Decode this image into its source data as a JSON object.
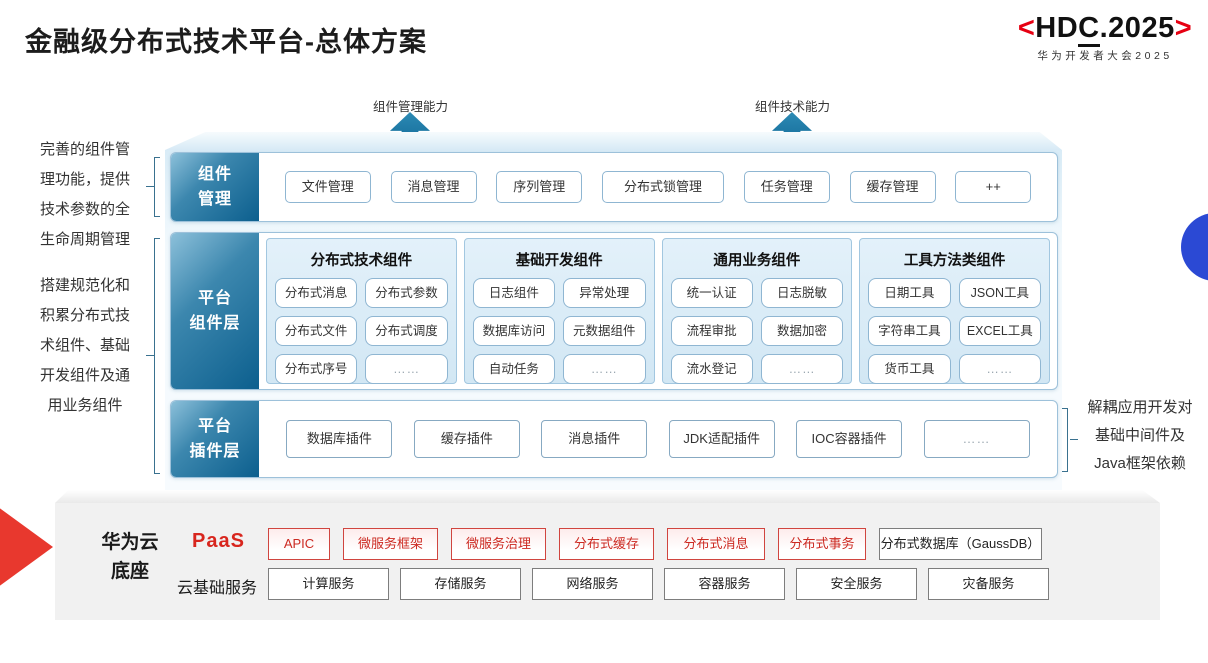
{
  "title": "金融级分布式技术平台-总体方案",
  "logo": {
    "angle_left": "<",
    "pre": "HD",
    "c": "C",
    "post": ".2025",
    "angle_right": ">",
    "subtitle": "华为开发者大会2025"
  },
  "capabilities": {
    "management": "组件管理能力",
    "technical": "组件技术能力"
  },
  "annotations": {
    "left_top": {
      "l0": "完善的组件管",
      "l1": "理功能，提供",
      "l2": "技术参数的全",
      "l3": "生命周期管理"
    },
    "left_mid": {
      "l0": "搭建规范化和",
      "l1": "积累分布式技",
      "l2": "术组件、基础",
      "l3": "开发组件及通",
      "l4": "用业务组件"
    },
    "right": {
      "l0": "解耦应用开发对",
      "l1": "基础中间件及",
      "l2": "Java框架依赖"
    }
  },
  "rows": {
    "component_mgmt": {
      "label_l0": "组件",
      "label_l1": "管理",
      "items": [
        "文件管理",
        "消息管理",
        "序列管理",
        "分布式锁管理",
        "任务管理",
        "缓存管理",
        "++"
      ]
    },
    "platform_components": {
      "label_l0": "平台",
      "label_l1": "组件层",
      "groups": [
        {
          "title": "分布式技术组件",
          "items": [
            "分布式消息",
            "分布式参数",
            "分布式文件",
            "分布式调度",
            "分布式序号",
            "……"
          ]
        },
        {
          "title": "基础开发组件",
          "items": [
            "日志组件",
            "异常处理",
            "数据库访问",
            "元数据组件",
            "自动任务",
            "……"
          ]
        },
        {
          "title": "通用业务组件",
          "items": [
            "统一认证",
            "日志脱敏",
            "流程审批",
            "数据加密",
            "流水登记",
            "……"
          ]
        },
        {
          "title": "工具方法类组件",
          "items": [
            "日期工具",
            "JSON工具",
            "字符串工具",
            "EXCEL工具",
            "货币工具",
            "……"
          ]
        }
      ]
    },
    "platform_plugins": {
      "label_l0": "平台",
      "label_l1": "插件层",
      "items": [
        "数据库插件",
        "缓存插件",
        "消息插件",
        "JDK适配插件",
        "IOC容器插件",
        "……"
      ]
    }
  },
  "foundation": {
    "label_l0": "华为云",
    "label_l1": "底座",
    "paas_label": "PaaS",
    "paas_items": [
      "APIC",
      "微服务框架",
      "微服务治理",
      "分布式缓存",
      "分布式消息",
      "分布式事务"
    ],
    "paas_item_db": "分布式数据库（GaussDB）",
    "cloud_label": "云基础服务",
    "cloud_items": [
      "计算服务",
      "存储服务",
      "网络服务",
      "容器服务",
      "安全服务",
      "灾备服务"
    ]
  },
  "colors": {
    "teal_dark": "#0c5f8e",
    "teal_light": "#8cc0da",
    "hdc_red": "#e60012",
    "wedge_red": "#e8382e",
    "paas_red": "#cc2a22",
    "circle_blue": "#2b49d4"
  }
}
